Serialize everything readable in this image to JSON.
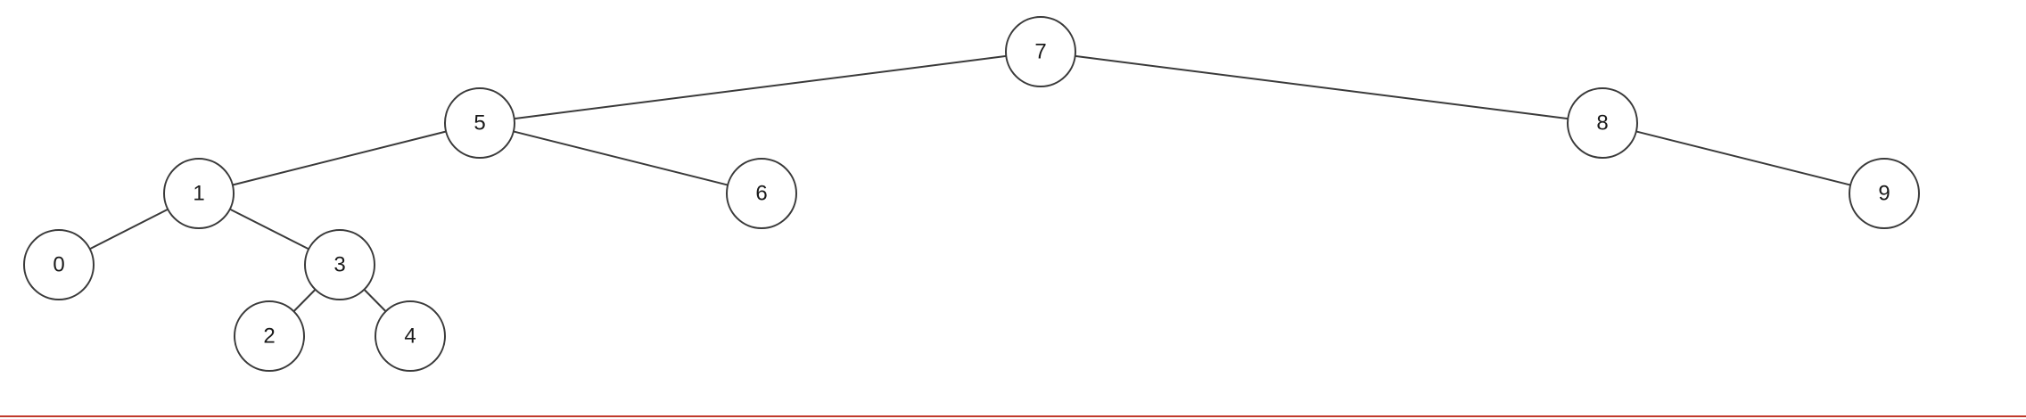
{
  "tree": {
    "nodes": [
      {
        "id": "7",
        "label": "7"
      },
      {
        "id": "5",
        "label": "5"
      },
      {
        "id": "8",
        "label": "8"
      },
      {
        "id": "1",
        "label": "1"
      },
      {
        "id": "6",
        "label": "6"
      },
      {
        "id": "9",
        "label": "9"
      },
      {
        "id": "0",
        "label": "0"
      },
      {
        "id": "3",
        "label": "3"
      },
      {
        "id": "2",
        "label": "2"
      },
      {
        "id": "4",
        "label": "4"
      }
    ],
    "edges": [
      {
        "from": "7",
        "to": "5"
      },
      {
        "from": "7",
        "to": "8"
      },
      {
        "from": "5",
        "to": "1"
      },
      {
        "from": "5",
        "to": "6"
      },
      {
        "from": "8",
        "to": "9"
      },
      {
        "from": "1",
        "to": "0"
      },
      {
        "from": "1",
        "to": "3"
      },
      {
        "from": "3",
        "to": "2"
      },
      {
        "from": "3",
        "to": "4"
      }
    ]
  },
  "colors": {
    "stroke": "#3a3a3a",
    "bottom_rule": "#c0392b"
  }
}
